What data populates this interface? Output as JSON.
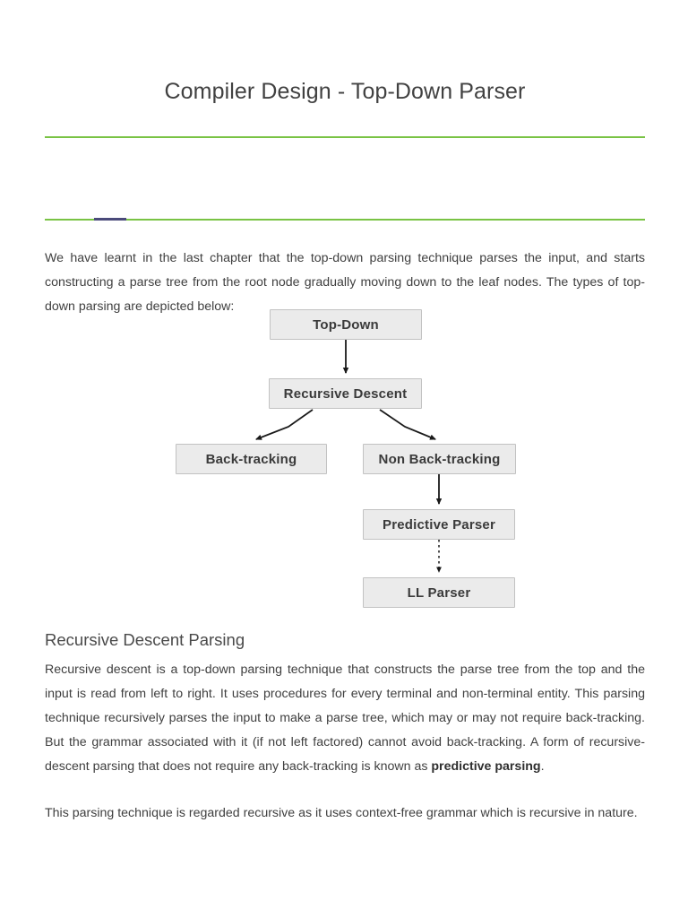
{
  "document": {
    "title": "Compiler Design - Top-Down Parser",
    "accent_green": "#79c344",
    "blue_mark_color": "#4a4a7a",
    "background": "#ffffff",
    "text_color": "#3f3f3f"
  },
  "intro_paragraph": "We have learnt in the last chapter that the top-down parsing technique parses the input, and starts constructing a parse tree from the root node gradually moving down to the leaf nodes. The types of top-down parsing are depicted below:",
  "diagram": {
    "node_fill": "#ebebeb",
    "node_border": "#c2c2c2",
    "arrow_color": "#1a1a1a",
    "nodes": [
      {
        "id": "top-down",
        "label": "Top-Down"
      },
      {
        "id": "recursive-descent",
        "label": "Recursive Descent"
      },
      {
        "id": "back-tracking",
        "label": "Back-tracking"
      },
      {
        "id": "non-back-tracking",
        "label": "Non Back-tracking"
      },
      {
        "id": "predictive-parser",
        "label": "Predictive Parser"
      },
      {
        "id": "ll-parser",
        "label": "LL Parser"
      }
    ],
    "edges": [
      {
        "from": "top-down",
        "to": "recursive-descent",
        "style": "solid"
      },
      {
        "from": "recursive-descent",
        "to": "back-tracking",
        "style": "solid"
      },
      {
        "from": "recursive-descent",
        "to": "non-back-tracking",
        "style": "solid"
      },
      {
        "from": "non-back-tracking",
        "to": "predictive-parser",
        "style": "solid"
      },
      {
        "from": "predictive-parser",
        "to": "ll-parser",
        "style": "dotted"
      }
    ]
  },
  "section": {
    "heading": "Recursive Descent Parsing",
    "paragraph_1_before_bold": "Recursive descent is a top-down parsing technique that constructs the parse tree from the top and the input is read from left to right. It uses procedures for every terminal and non-terminal entity. This parsing technique recursively parses the input to make a parse tree, which may or may not require back-tracking. But the grammar associated with it (if not left factored) cannot avoid back-tracking. A form of recursive-descent parsing that does not require any back-tracking is known as ",
    "paragraph_1_bold": "predictive parsing",
    "paragraph_1_after_bold": ".",
    "paragraph_2": "This parsing technique is regarded recursive as it uses context-free grammar which is recursive in nature."
  }
}
